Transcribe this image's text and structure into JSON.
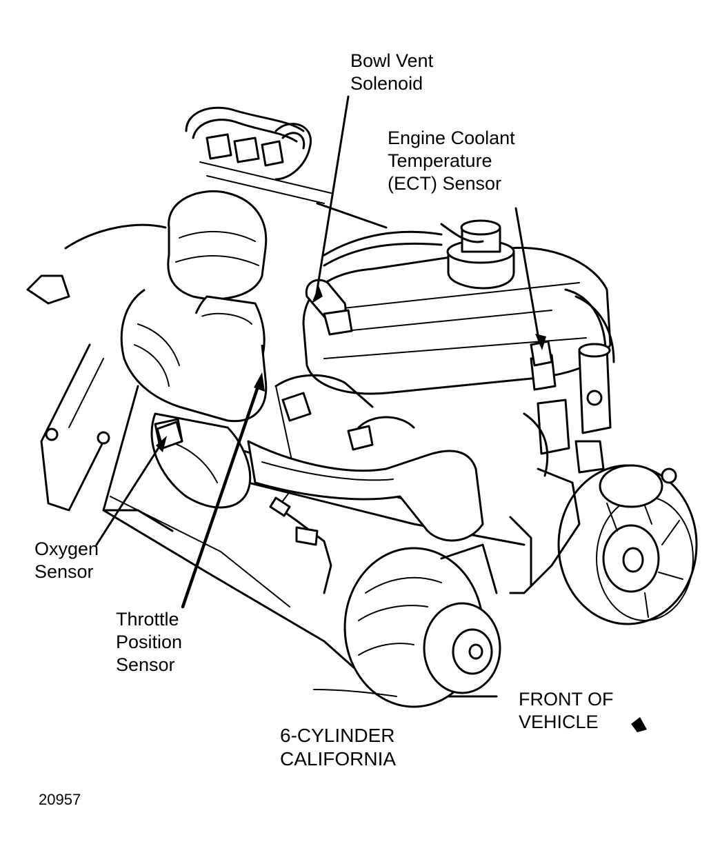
{
  "labels": {
    "bowl_vent": [
      "Bowl Vent",
      "Solenoid"
    ],
    "ect": [
      "Engine Coolant",
      "Temperature",
      "(ECT) Sensor"
    ],
    "oxygen": [
      "Oxygen",
      "Sensor"
    ],
    "throttle": [
      "Throttle",
      "Position",
      "Sensor"
    ],
    "front": [
      "FRONT OF",
      "VEHICLE"
    ],
    "caption": [
      "6-CYLINDER",
      "CALIFORNIA"
    ],
    "figure_number": "20957"
  }
}
